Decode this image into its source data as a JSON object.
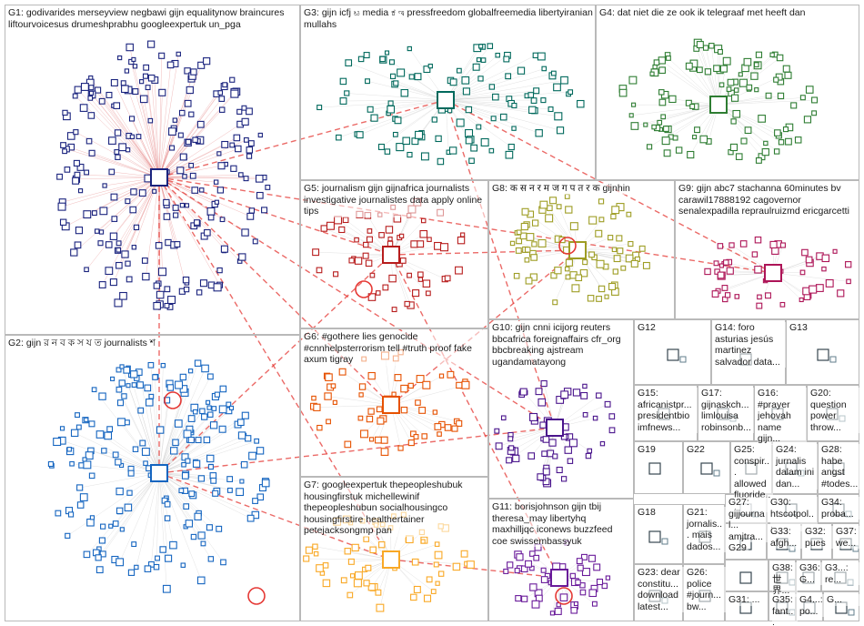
{
  "groups": [
    {
      "id": "G1",
      "label": "G1: godivarides merseyview negbawi gijn equalitynow braincures liftourvoicesus drumeshprabhu googleexpertuk un_pga",
      "color": "#1a237e"
    },
    {
      "id": "G2",
      "label": "G2: gijn র ন ব ক স য ত journalists শ",
      "color": "#1565c0"
    },
    {
      "id": "G3",
      "label": "G3: gijn icfj ಟ media ಕ ಇ pressfreedom globalfreemedia libertyiranian mullahs",
      "color": "#00695c"
    },
    {
      "id": "G4",
      "label": "G4: dat niet die ze ook ik telegraaf met heeft dan",
      "color": "#2e7d32"
    },
    {
      "id": "G5",
      "label": "G5: journalism gijn gijnafrica journalists investigative journalistes data apply online tips",
      "color": "#b71c1c"
    },
    {
      "id": "G6",
      "label": "G6: #gothere lies genocide #cnnhelpsterrorism tell #truth proof fake axum tigray",
      "color": "#e65100"
    },
    {
      "id": "G7",
      "label": "G7: googleexpertuk thepeopleshubuk housingfirstuk michellewinif thepeopleshubun socialhousingco housingfirstire healthertainer petejacksongmp pan",
      "color": "#f9a825"
    },
    {
      "id": "G8",
      "label": "G8: क स न र म ज ग प त र क gijnhin",
      "color": "#9e9d24"
    },
    {
      "id": "G9",
      "label": "G9: gijn abc7 stachanna 60minutes bv carawil17888192 cagovernor senalexpadilla repraulruizmd ericgarcetti",
      "color": "#ad1457"
    },
    {
      "id": "G10",
      "label": "G10: gijn cnni icijorg reuters bbcafrica foreignaffairs cfr_org bbcbreaking ajstream ugandamatayong",
      "color": "#4a148c"
    },
    {
      "id": "G11",
      "label": "G11: borisjohnson gijn tbij theresa_may libertyhq maxhilljqc iconews buzzfeed coe swissembassyuk",
      "color": "#6a1b9a"
    },
    {
      "id": "G12",
      "label": "G12",
      "color": "#455a64"
    },
    {
      "id": "G13",
      "label": "G13",
      "color": "#455a64"
    },
    {
      "id": "G14",
      "label": "G14: foro asturias jesús martinez salvador data...",
      "color": "#455a64"
    },
    {
      "id": "G15",
      "label": "G15: africanistpr... presidentbio imfnews...",
      "color": "#455a64"
    },
    {
      "id": "G16",
      "label": "G16: #prayer jehovah name gijn...",
      "color": "#455a64"
    },
    {
      "id": "G17",
      "label": "G17: gijnaskch... limlouisa robinsonb...",
      "color": "#455a64"
    },
    {
      "id": "G18",
      "label": "G18",
      "color": "#455a64"
    },
    {
      "id": "G19",
      "label": "G19",
      "color": "#455a64"
    },
    {
      "id": "G20",
      "label": "G20: question power throw...",
      "color": "#455a64"
    },
    {
      "id": "G21",
      "label": "G21: jornalis... mais dados...",
      "color": "#455a64"
    },
    {
      "id": "G22",
      "label": "G22",
      "color": "#455a64"
    },
    {
      "id": "G23",
      "label": "G23: dear constitu... download latest...",
      "color": "#455a64"
    },
    {
      "id": "G24",
      "label": "G24: jurnalis dalam ini dan...",
      "color": "#455a64"
    },
    {
      "id": "G25",
      "label": "G25: conspir... allowed fluoride...",
      "color": "#455a64"
    },
    {
      "id": "G26",
      "label": "G26: police #journ... bw...",
      "color": "#455a64"
    },
    {
      "id": "G27",
      "label": "G27: gijjournal... amjtra...",
      "color": "#455a64"
    },
    {
      "id": "G28",
      "label": "G28: habe angst #todes...",
      "color": "#455a64"
    },
    {
      "id": "G29",
      "label": "G29",
      "color": "#455a64"
    },
    {
      "id": "G30",
      "label": "G30: htscotpol...",
      "color": "#455a64"
    },
    {
      "id": "G31",
      "label": "G31: ...",
      "color": "#455a64"
    },
    {
      "id": "G32",
      "label": "G32: pues",
      "color": "#455a64"
    },
    {
      "id": "G33",
      "label": "G33: afgh...",
      "color": "#455a64"
    },
    {
      "id": "G34",
      "label": "G34: proba...",
      "color": "#455a64"
    },
    {
      "id": "G35",
      "label": "G35: fant...",
      "color": "#455a64"
    },
    {
      "id": "G36",
      "label": "G36: G...",
      "color": "#455a64"
    },
    {
      "id": "G37",
      "label": "G37: we...",
      "color": "#455a64"
    },
    {
      "id": "G38",
      "label": "G38: 世界...",
      "color": "#455a64"
    },
    {
      "id": "G39",
      "label": "G3...: re...",
      "color": "#455a64"
    },
    {
      "id": "G40",
      "label": "G4...: po...",
      "color": "#455a64"
    },
    {
      "id": "G41",
      "label": "G...",
      "color": "#455a64"
    }
  ],
  "edge_color": "#c0c0c0",
  "highlight_edge_color": "#e53935"
}
